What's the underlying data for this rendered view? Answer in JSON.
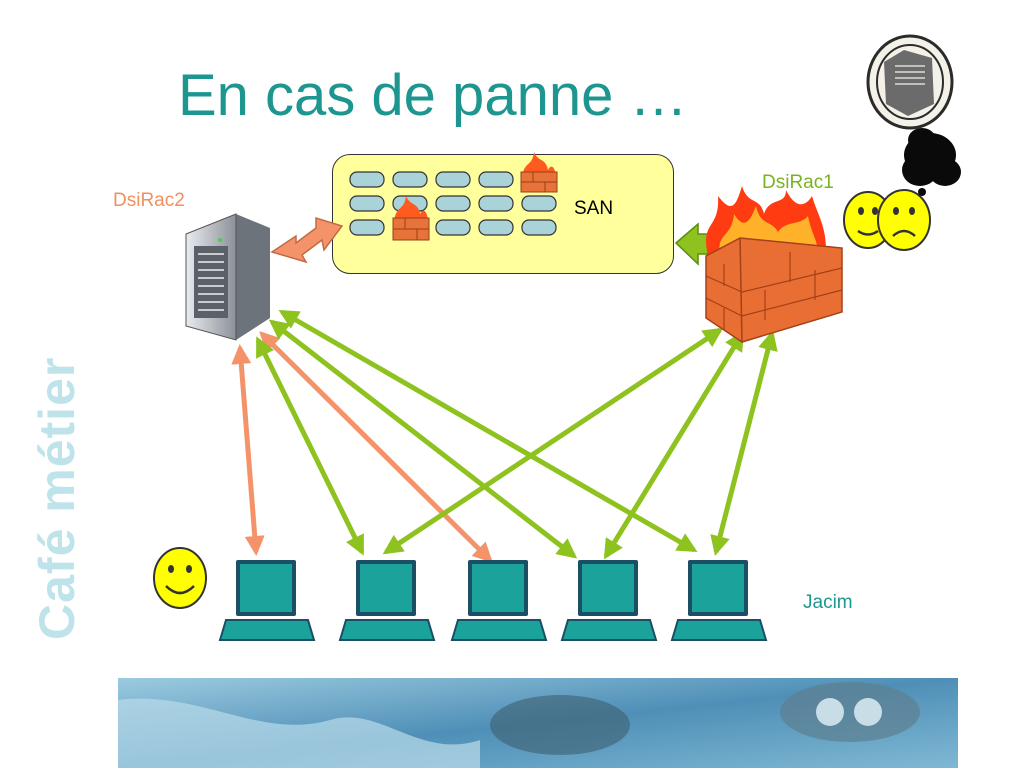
{
  "slide": {
    "title": "En cas de panne …",
    "side_label": "Café métier"
  },
  "nodes": {
    "left_server": "DsiRac2",
    "right_server": "DsiRac1",
    "storage": "SAN",
    "clients": "Jacim"
  },
  "colors": {
    "title": "#1e9690",
    "healthy_link": "#8dc21f",
    "failover_link": "#f4936a",
    "storage_bg": "#ffff9c"
  },
  "status": {
    "left_server": "ok",
    "right_server": "failed (fire)",
    "clients": "happy",
    "right_admin": "sad"
  }
}
